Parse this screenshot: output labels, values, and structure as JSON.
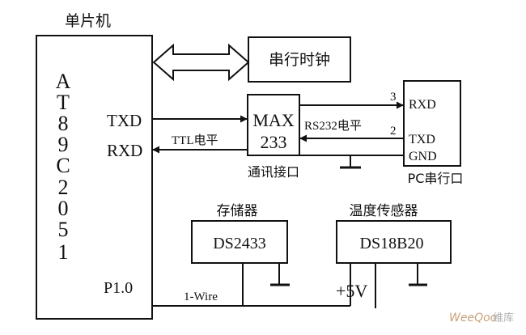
{
  "mcu": {
    "title": "单片机",
    "chip_chars": [
      "A",
      "T",
      "8",
      "9",
      "C",
      "2",
      "0",
      "5",
      "1"
    ],
    "txd": "TXD",
    "rxd": "RXD",
    "p10": "P1.0"
  },
  "clock": {
    "label": "串行时钟"
  },
  "max": {
    "line1": "MAX",
    "line2": "233",
    "caption": "通讯接口",
    "ttl": "TTL电平",
    "rs232": "RS232电平"
  },
  "pc": {
    "rxd": "RXD",
    "txd": "TXD",
    "gnd": "GND",
    "caption": "PC串行口",
    "pin3": "3",
    "pin2": "2"
  },
  "memory": {
    "caption": "存储器",
    "chip": "DS2433"
  },
  "temp": {
    "caption": "温度传感器",
    "chip": "DS18B20"
  },
  "bus": {
    "label": "1-Wire",
    "vcc": "+5V"
  },
  "watermark": {
    "brand": "WeeQoo",
    "suffix": "维库"
  }
}
